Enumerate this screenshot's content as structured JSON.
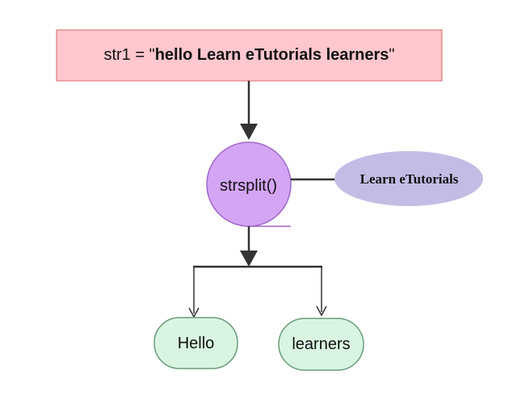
{
  "input_node": {
    "prefix": "str1 = \"",
    "value": "hello Learn eTutorials learners",
    "suffix": "\"",
    "fill": "#ffc7ce",
    "stroke": "#e07b7b"
  },
  "function_node": {
    "label": "strsplit()",
    "fill": "#d4a5f5",
    "stroke": "#a067c9"
  },
  "delimiter_node": {
    "label": "Learn eTutorials",
    "fill": "#c3bde6"
  },
  "outputs": [
    {
      "label": "Hello",
      "fill": "#d9f5e1",
      "stroke": "#6a9c7a"
    },
    {
      "label": "learners",
      "fill": "#d9f5e1",
      "stroke": "#6a9c7a"
    }
  ],
  "line_color": "#333333"
}
